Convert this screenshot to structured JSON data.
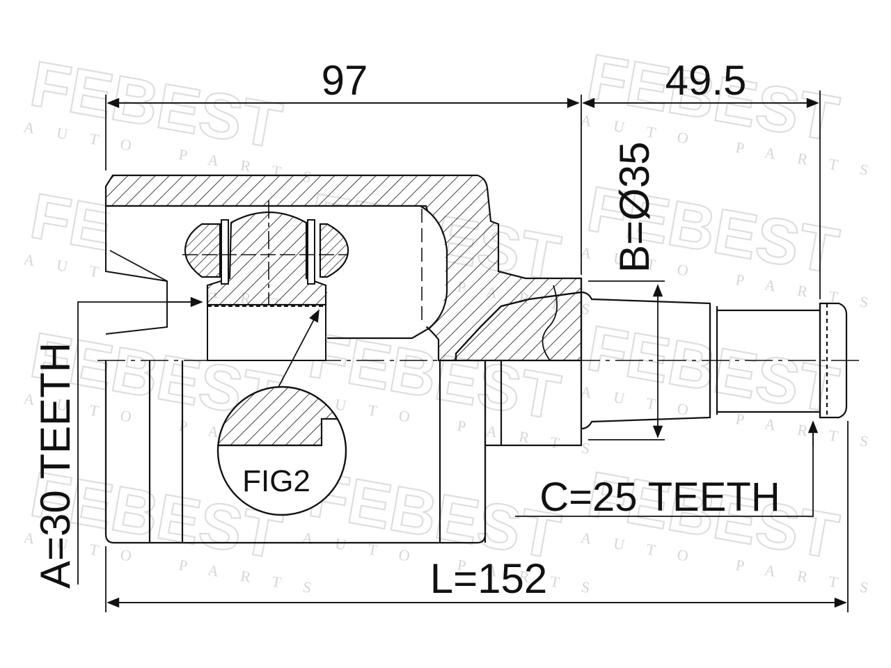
{
  "dimensions": {
    "top_left": "97",
    "top_right": "49.5",
    "shaft_diameter": "B=Ø35",
    "inner_splines": "A=30 TEETH",
    "outer_splines": "C=25 TEETH",
    "overall_length": "L=152",
    "detail_label": "FIG2"
  },
  "watermark": {
    "brand": "FEBEST",
    "subtitle": "AUTO PARTS"
  },
  "colors": {
    "line": "#111111",
    "watermark": "#dedede",
    "background": "#ffffff"
  }
}
